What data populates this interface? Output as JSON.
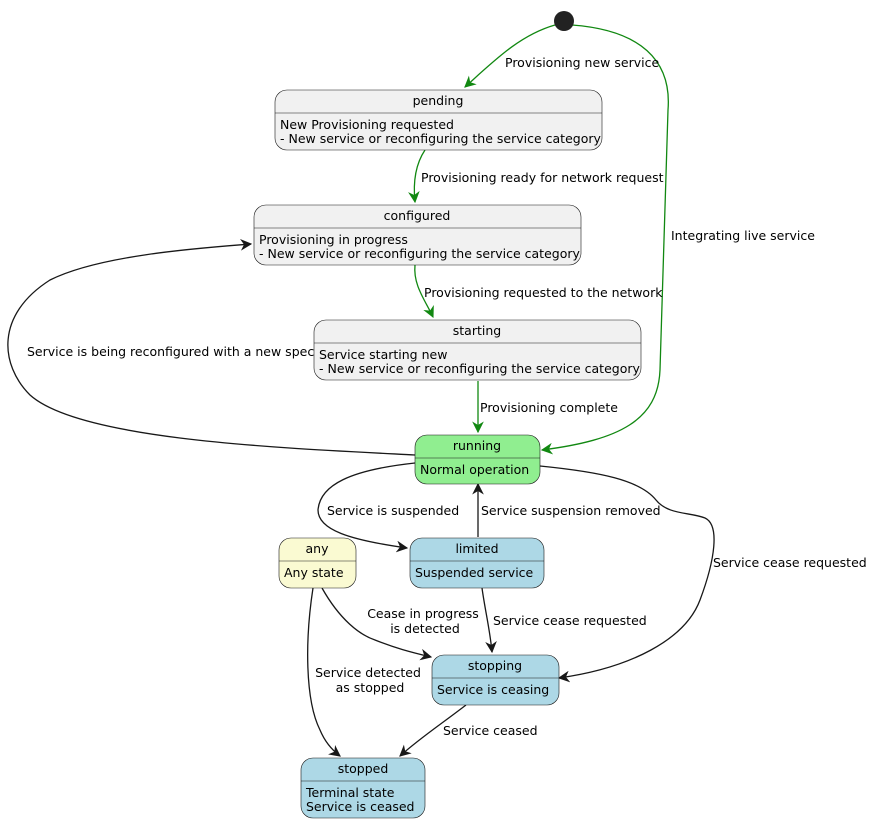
{
  "colors": {
    "default_fill": "#F1F1F1",
    "running_fill": "#90EE90",
    "blue_fill": "#ADD8E6",
    "any_fill": "#FAFAD2",
    "green_edge": "#118811",
    "black_edge": "#181818",
    "initial_node": "#222222"
  },
  "states": {
    "pending": {
      "name": "pending",
      "desc": [
        "New Provisioning requested",
        "- New service or reconfiguring the service category"
      ]
    },
    "configured": {
      "name": "configured",
      "desc": [
        "Provisioning in progress",
        "- New service or reconfiguring the service category"
      ]
    },
    "starting": {
      "name": "starting",
      "desc": [
        "Service starting new",
        "- New service or reconfiguring the service category"
      ]
    },
    "running": {
      "name": "running",
      "desc": [
        "Normal operation"
      ]
    },
    "any": {
      "name": "any",
      "desc": [
        "Any state"
      ]
    },
    "limited": {
      "name": "limited",
      "desc": [
        "Suspended service"
      ]
    },
    "stopping": {
      "name": "stopping",
      "desc": [
        "Service is ceasing"
      ]
    },
    "stopped": {
      "name": "stopped",
      "desc": [
        "Terminal state",
        "Service is ceased"
      ]
    }
  },
  "transitions": {
    "init_pending": [
      "Provisioning new service"
    ],
    "init_running": [
      "Integrating live service"
    ],
    "pending_configured": [
      "Provisioning ready for network request"
    ],
    "configured_starting": [
      "Provisioning requested to the network"
    ],
    "starting_running": [
      "Provisioning complete"
    ],
    "running_configured": [
      "Service is being reconfigured with a new spec"
    ],
    "running_limited": [
      "Service is suspended"
    ],
    "limited_running": [
      "Service suspension removed"
    ],
    "running_stopping": [
      "Service cease requested"
    ],
    "limited_stopping": [
      "Service cease requested"
    ],
    "any_stopping": [
      "Cease in progress",
      "is detected"
    ],
    "any_stopped": [
      "Service detected",
      "as stopped"
    ],
    "stopping_stopped": [
      "Service ceased"
    ]
  }
}
